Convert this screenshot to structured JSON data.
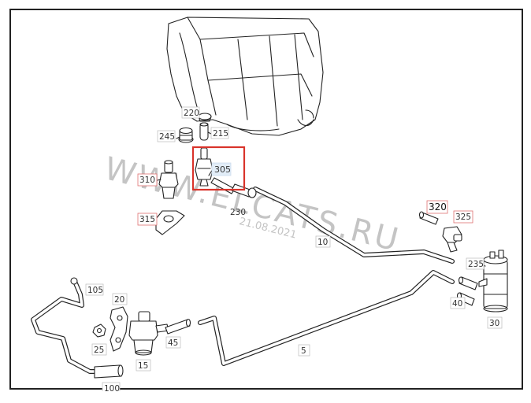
{
  "header": {
    "caption": "",
    "watermark": "WWW.ELCATS.RU",
    "date_stamp": "21.08.2021"
  },
  "labels": [
    {
      "id": "220",
      "text": "220",
      "highlight": false
    },
    {
      "id": "215",
      "text": "215",
      "highlight": false
    },
    {
      "id": "245",
      "text": "245",
      "highlight": false
    },
    {
      "id": "305",
      "text": "305",
      "highlight": true
    },
    {
      "id": "310",
      "text": "310",
      "highlight": true
    },
    {
      "id": "230",
      "text": "230",
      "highlight": false
    },
    {
      "id": "315",
      "text": "315",
      "highlight": true
    },
    {
      "id": "10",
      "text": "10",
      "highlight": false
    },
    {
      "id": "320",
      "text": "320",
      "highlight": true
    },
    {
      "id": "325",
      "text": "325",
      "highlight": true
    },
    {
      "id": "235",
      "text": "235",
      "highlight": false
    },
    {
      "id": "40",
      "text": "40",
      "highlight": false
    },
    {
      "id": "30",
      "text": "30",
      "highlight": false
    },
    {
      "id": "105",
      "text": "105",
      "highlight": false
    },
    {
      "id": "20",
      "text": "20",
      "highlight": false
    },
    {
      "id": "25",
      "text": "25",
      "highlight": false
    },
    {
      "id": "45",
      "text": "45",
      "highlight": false
    },
    {
      "id": "15",
      "text": "15",
      "highlight": false
    },
    {
      "id": "5",
      "text": "5",
      "highlight": false
    },
    {
      "id": "100",
      "text": "100",
      "highlight": false
    }
  ],
  "selected_part": "305",
  "colors": {
    "selection": "#d9342b",
    "highlight_label_border": "#e07070",
    "label_text": "#333333"
  }
}
